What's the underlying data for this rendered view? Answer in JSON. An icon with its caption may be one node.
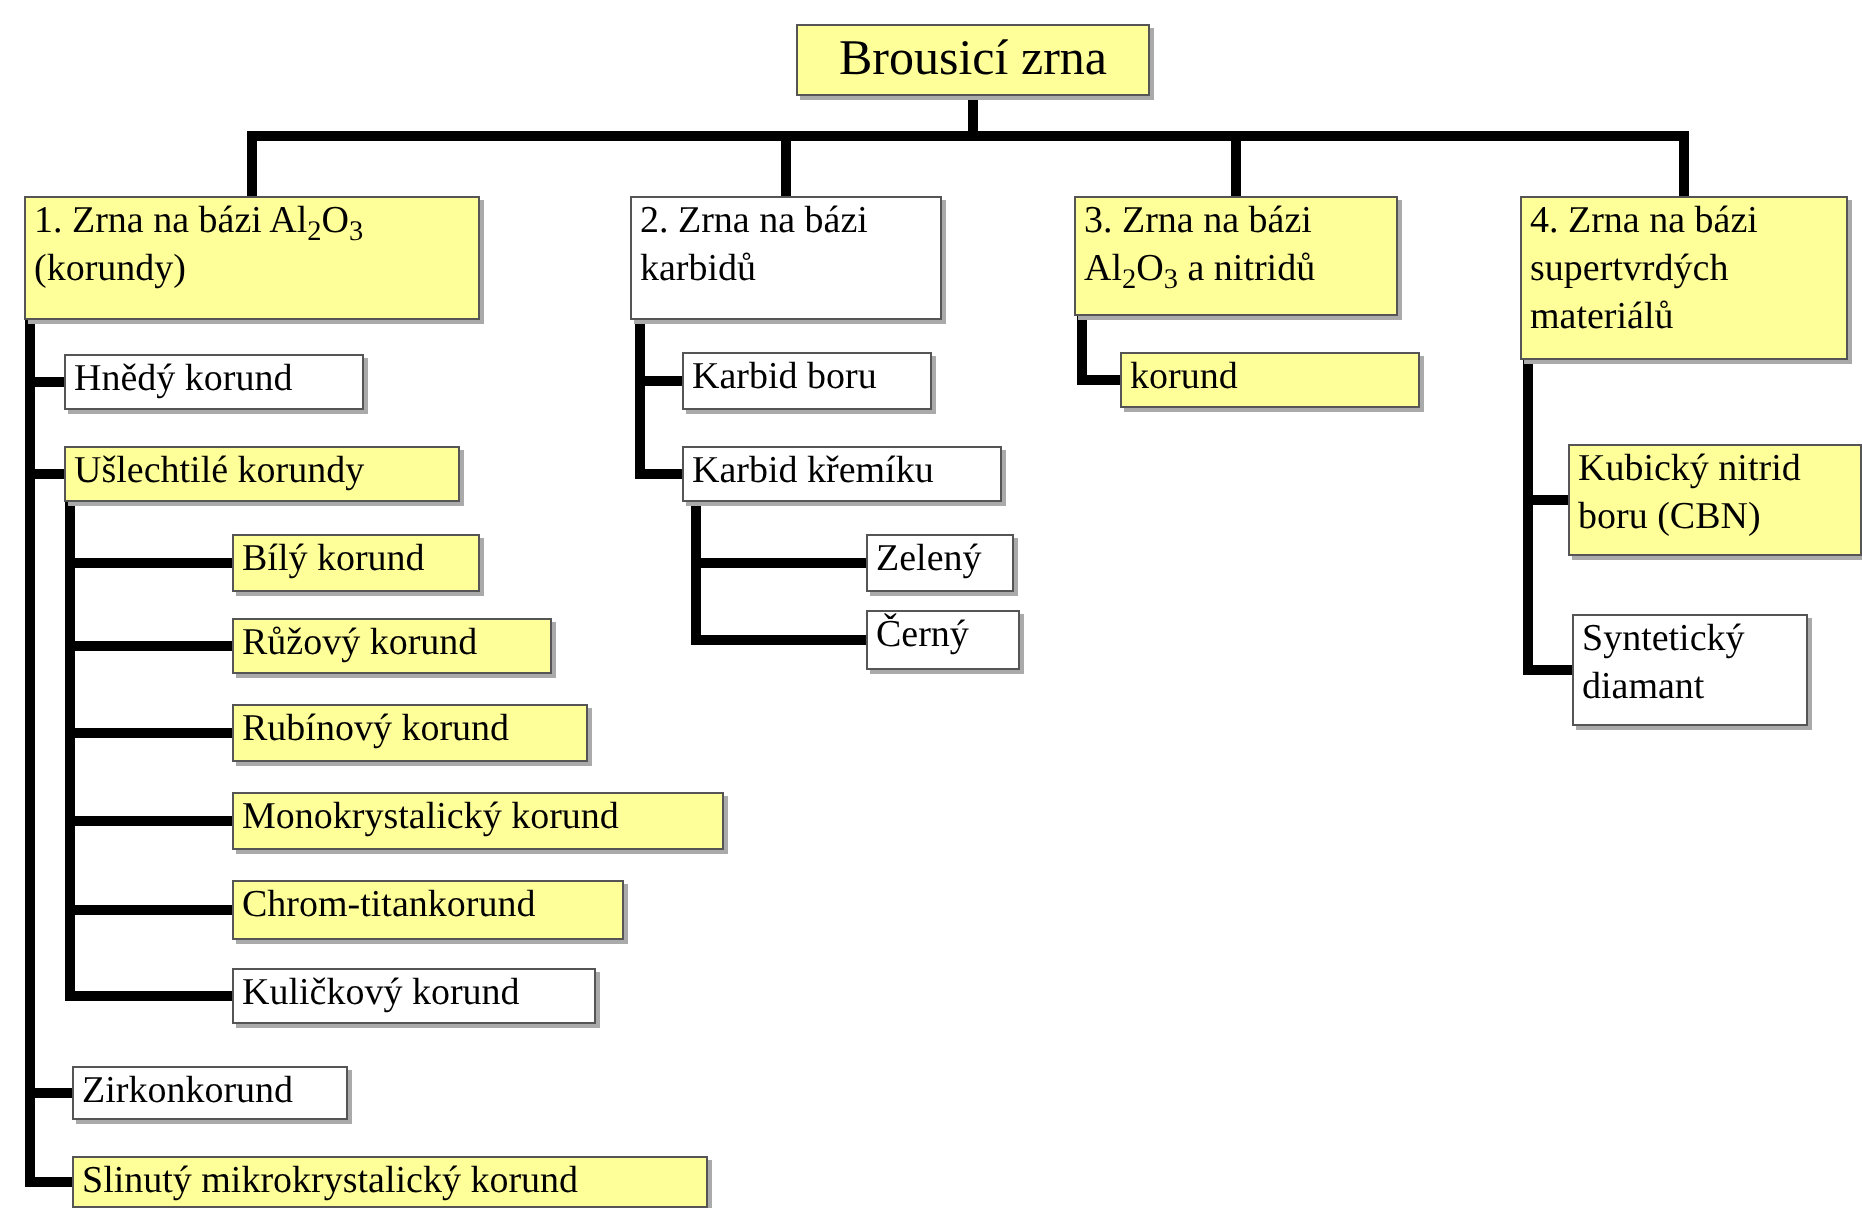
{
  "diagram": {
    "nodes": [
      {
        "text": [
          "Brousicí zrna"
        ]
      },
      {
        "text": [
          "1. Zrna na bázi Al$_{2}$O$_{3}$ (korundy)"
        ]
      },
      {
        "text": [
          "2. Zrna na bázi karbidů"
        ]
      },
      {
        "text": [
          "3. Zrna na bázi Al$_{2}$O$_{3}$ a nitridů"
        ]
      },
      {
        "text": [
          "4. Zrna na bázi supertvrdých materiálů"
        ]
      },
      {
        "text": [
          "Hnědý korund"
        ]
      },
      {
        "text": [
          "Ušlechtilé korundy"
        ]
      },
      {
        "text": [
          "Bílý korund"
        ]
      },
      {
        "text": [
          "Růžový korund"
        ]
      },
      {
        "text": [
          "Rubínový korund"
        ]
      },
      {
        "text": [
          "Monokrystalický korund"
        ]
      },
      {
        "text": [
          "Chrom-titankorund"
        ]
      },
      {
        "text": [
          "Kuličkový korund"
        ]
      },
      {
        "text": [
          "Zirkonkorund"
        ]
      },
      {
        "text": [
          "Slinutý mikrokrystalický korund"
        ]
      },
      {
        "text": [
          "Karbid boru"
        ]
      },
      {
        "text": [
          "Karbid křemíku"
        ]
      },
      {
        "text": [
          "Zelený"
        ]
      },
      {
        "text": [
          "Černý"
        ]
      },
      {
        "text": [
          "korund"
        ]
      },
      {
        "text": [
          "Kubický nitrid boru (CBN)"
        ]
      },
      {
        "text": [
          "Syntetický diamant"
        ]
      }
    ],
    "edges": [
      {
        "from": 0,
        "to": 1,
        "arrow": "none"
      },
      {
        "from": 0,
        "to": 2,
        "arrow": "none"
      },
      {
        "from": 0,
        "to": 3,
        "arrow": "none"
      },
      {
        "from": 0,
        "to": 4,
        "arrow": "none"
      },
      {
        "from": 1,
        "to": 5,
        "arrow": "none"
      },
      {
        "from": 1,
        "to": 6,
        "arrow": "none"
      },
      {
        "from": 6,
        "to": 7,
        "arrow": "none"
      },
      {
        "from": 6,
        "to": 8,
        "arrow": "none"
      },
      {
        "from": 6,
        "to": 9,
        "arrow": "none"
      },
      {
        "from": 6,
        "to": 10,
        "arrow": "none"
      },
      {
        "from": 6,
        "to": 11,
        "arrow": "none"
      },
      {
        "from": 6,
        "to": 12,
        "arrow": "none"
      },
      {
        "from": 1,
        "to": 13,
        "arrow": "none"
      },
      {
        "from": 1,
        "to": 14,
        "arrow": "none"
      },
      {
        "from": 2,
        "to": 15,
        "arrow": "none"
      },
      {
        "from": 2,
        "to": 16,
        "arrow": "none"
      },
      {
        "from": 16,
        "to": 17,
        "arrow": "none"
      },
      {
        "from": 16,
        "to": 18,
        "arrow": "none"
      },
      {
        "from": 3,
        "to": 19,
        "arrow": "none"
      },
      {
        "from": 4,
        "to": 20,
        "arrow": "none"
      },
      {
        "from": 4,
        "to": 21,
        "arrow": "none"
      }
    ]
  }
}
